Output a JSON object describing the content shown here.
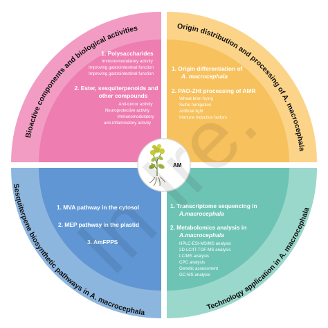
{
  "center": {
    "label": "AM",
    "colors": {
      "circle": "#ffffff",
      "stroke": "#d9d9d9"
    }
  },
  "quadrants": {
    "bioactive": {
      "ring_title": "Bioactive components and biological activities",
      "outer_color": "#f29cc3",
      "inner_color": "#ee7db1",
      "items": [
        {
          "heading": "1.  Polysaccharides",
          "subs": [
            "Immunomodulatory activity",
            "Improving gastrointestinal function",
            "Improving gastrointestinal function"
          ]
        },
        {
          "heading_lines": [
            "2.   Ester, sesquiterpenoids and",
            "other compounds"
          ],
          "subs": [
            "Anti-tumor activity",
            "Neuroprotective activity",
            "Immunomodulatory",
            "anti-inflammatory activity"
          ]
        }
      ]
    },
    "origin": {
      "ring_title": "Origin distribution and processing of A. macrocephala",
      "outer_color": "#fbd48a",
      "inner_color": "#f7c15d",
      "items": [
        {
          "heading_lines": [
            "1.  Origin differentiation of",
            "A. macrocephala"
          ],
          "subs": []
        },
        {
          "heading": "2.  PAO-ZHI processing of AMR",
          "subs": [
            "Wheat bran frying",
            "Sulfur fumigation",
            "Artificial light",
            "Immune induction factors"
          ]
        }
      ]
    },
    "sesquiterpene": {
      "ring_title": "Sesquiterpene biosynthetic pathways in A. macrocephala",
      "outer_color": "#8db6df",
      "inner_color": "#5f96d3",
      "items": [
        {
          "heading": "1.  MVA pathway in the cytosol"
        },
        {
          "heading": "2.  MEP pathway in the plastid"
        },
        {
          "heading": "3.  AmFPPS"
        }
      ]
    },
    "technology": {
      "ring_title": "Technology application in A. macrocephala",
      "outer_color": "#9bd8cc",
      "inner_color": "#6ec4b4",
      "items": [
        {
          "heading_lines": [
            "1.  Transcriptome sequencing in",
            "A.macrocephala"
          ]
        },
        {
          "heading_lines": [
            "2.  Metabolomics analysis in",
            "A.macrocephala"
          ],
          "subs": [
            "HPLC-ESI-MS/MS analysis",
            "2D-LC/IT-TOF-MS analysis",
            "LC/MS analysis",
            "CPC analysis",
            "Genetic assessment",
            "GC-MS analysis"
          ]
        }
      ]
    }
  },
  "watermark": "In Ire."
}
